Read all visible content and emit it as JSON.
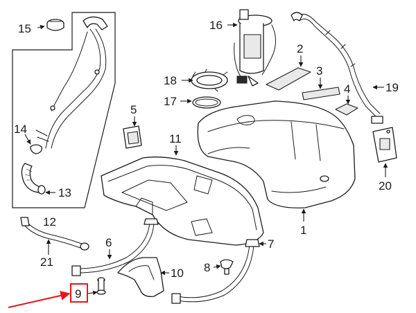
{
  "diagram": {
    "callouts": {
      "c1": "1",
      "c2": "2",
      "c3": "3",
      "c4": "4",
      "c5": "5",
      "c6": "6",
      "c7": "7",
      "c8": "8",
      "c9": "9",
      "c10": "10",
      "c11": "11",
      "c12": "12",
      "c13": "13",
      "c14": "14",
      "c15": "15",
      "c16": "16",
      "c17": "17",
      "c18": "18",
      "c19": "19",
      "c20": "20",
      "c21": "21"
    },
    "highlight": {
      "callout": "9",
      "color": "#e8141b"
    },
    "line_color": "#1a1a1a"
  }
}
